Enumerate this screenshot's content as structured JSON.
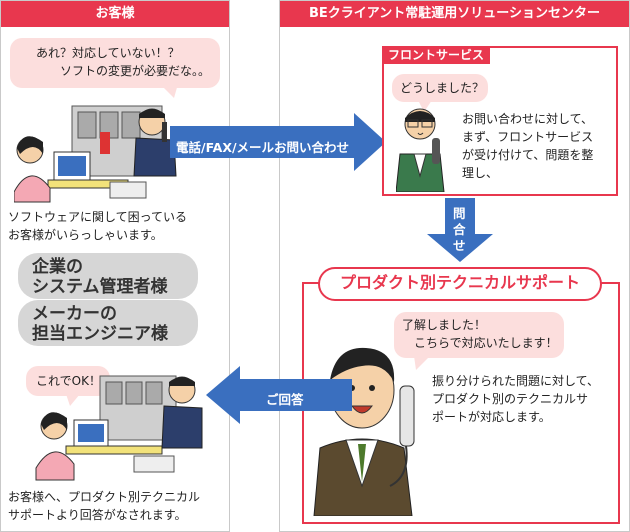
{
  "customer": {
    "header": "お客様",
    "bubble1": [
      "あれ？対応していない！？",
      "ソフトの変更が必要だな。。"
    ],
    "desc1": [
      "ソフトウェアに関して困っている",
      "お客様がいらっしゃいます。"
    ],
    "pill1": [
      "企業の",
      "システム管理者様"
    ],
    "pill2": [
      "メーカーの",
      "担当エンジニア様"
    ],
    "bubble2": "これでOK！",
    "desc2": [
      "お客様へ、プロダクト別テクニカル",
      "サポートより回答がなされます。"
    ]
  },
  "center": {
    "header": "BEクライアント常駐運用ソリューションセンター",
    "front": {
      "tag": "フロントサービス",
      "bubble": "どうしました？",
      "desc": [
        "お問い合わせに対して、",
        "まず、フロントサービス",
        "が受け付けて、問題を整",
        "理し、"
      ]
    },
    "tech": {
      "title": "プロダクト別テクニカルサポート",
      "bubble": [
        "了解しました！",
        "こちらで対応いたします！"
      ],
      "desc": [
        "振り分けられた問題に対して、",
        "プロダクト別のテクニカルサ",
        "ポートが対応します。"
      ]
    }
  },
  "arrows": {
    "inquiry": "電話/FAX/メールお問い合わせ",
    "forward": [
      "問",
      "合",
      "せ"
    ],
    "answer": "ご回答"
  },
  "colors": {
    "header_red": "#e8374e",
    "arrow_blue": "#3a6fbf",
    "bubble_pink": "#fcdedd",
    "pill_gray": "#d6d6d6"
  }
}
